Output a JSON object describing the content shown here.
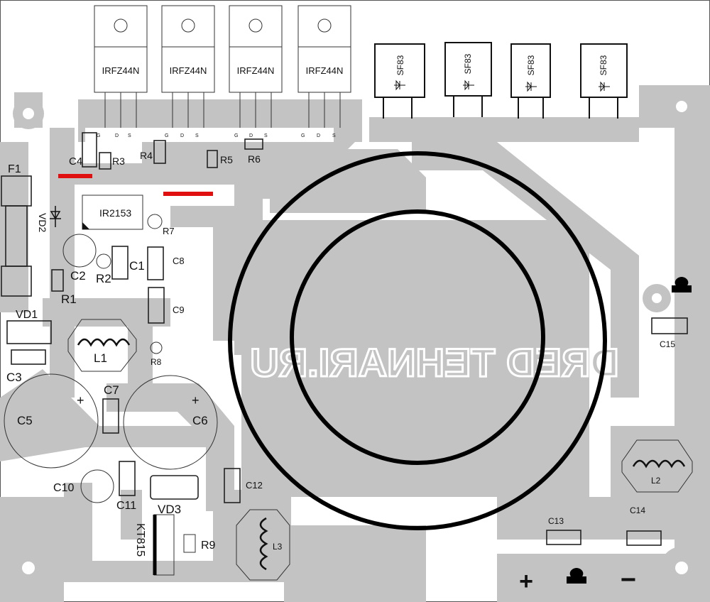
{
  "board": {
    "watermark": "DRED TEHNARI.RU",
    "colors": {
      "copper": "#c3c3c3",
      "jumper": "#e01010",
      "silk": "#111111",
      "background": "#ffffff"
    }
  },
  "mosfets": [
    {
      "ref": "IRFZ44N",
      "pins": [
        "G",
        "D",
        "S"
      ]
    },
    {
      "ref": "IRFZ44N",
      "pins": [
        "G",
        "D",
        "S"
      ]
    },
    {
      "ref": "IRFZ44N",
      "pins": [
        "G",
        "D",
        "S"
      ]
    },
    {
      "ref": "IRFZ44N",
      "pins": [
        "G",
        "D",
        "S"
      ]
    }
  ],
  "diodes_top": [
    "SF83",
    "SF83",
    "SF83",
    "SF83"
  ],
  "labels": {
    "F1": "F1",
    "VD2": "VD2",
    "C4": "C4",
    "R3": "R3",
    "R4": "R4",
    "R5": "R5",
    "R6": "R6",
    "IC": "IR2153",
    "R7": "R7",
    "C2": "C2",
    "R2": "R2",
    "C1": "C1",
    "C8": "C8",
    "R1": "R1",
    "C9": "C9",
    "VD1": "VD1",
    "L1": "L1",
    "R8": "R8",
    "C3": "C3",
    "C7": "C7",
    "C5": "C5",
    "C6": "C6",
    "C10": "C10",
    "C11": "C11",
    "VD3": "VD3",
    "C12": "C12",
    "Q": "KT815",
    "R9": "R9",
    "L3": "L3",
    "C15": "C15",
    "L2": "L2",
    "C13": "C13",
    "C14": "C14"
  },
  "polarity": {
    "plus": "+",
    "minus": "−"
  }
}
